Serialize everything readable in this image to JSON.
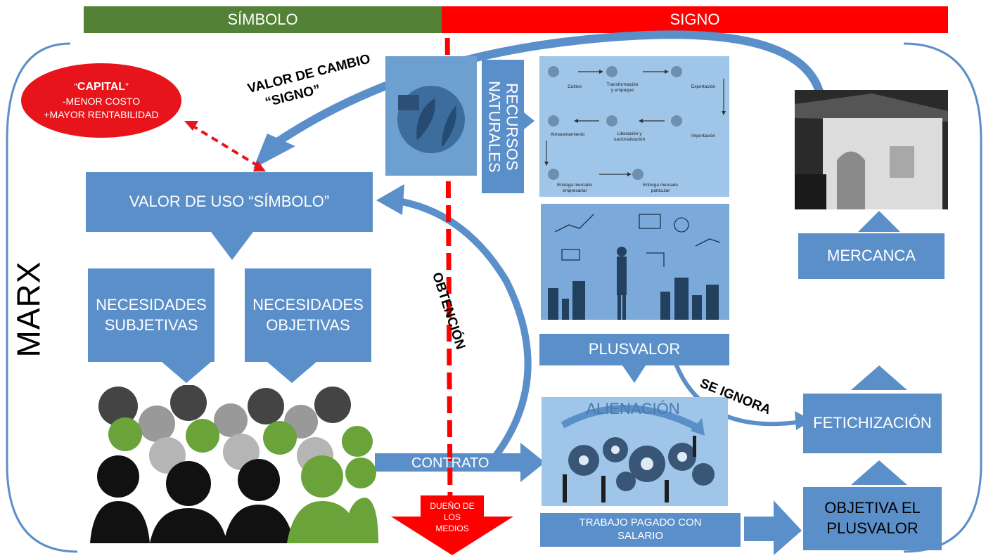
{
  "header": {
    "left": "SÍMBOLO",
    "right": "SIGNO"
  },
  "capital": {
    "title": "CAPITAL",
    "line1": "-MENOR COSTO",
    "line2": "+MAYOR RENTABILIDAD"
  },
  "valor_cambio": {
    "line1": "VALOR DE CAMBIO",
    "line2": "“SIGNO”"
  },
  "valor_uso": "VALOR DE USO “SÍMBOLO”",
  "marx": "MARX",
  "nec_subjetivas": {
    "line1": "NECESIDADES",
    "line2": "SUBJETIVAS"
  },
  "nec_objetivas": {
    "line1": "NECESIDADES",
    "line2": "OBJETIVAS"
  },
  "obtencion": "OBTENCIÓN",
  "contrato": "CONTRATO",
  "dueno": {
    "line1": "DUEÑO DE",
    "line2": "LOS",
    "line3": "MEDIOS"
  },
  "recursos": {
    "line1": "RECURSOS",
    "line2": "NATURALES"
  },
  "process": {
    "s1": "Cultivo",
    "s2a": "Transformación",
    "s2b": "y empaque",
    "s3": "Exportación",
    "s4": "Importación",
    "s5a": "Liberación y",
    "s5b": "nacionalización",
    "s6": "Almacenamiento",
    "s7a": "Entrega mercado",
    "s7b": "empresarial",
    "s8a": "Entrega mercado",
    "s8b": "particular"
  },
  "plusvalor": "PLUSVALOR",
  "alienacion": "ALIENACIÓN",
  "se_ignora": "SE IGNORA",
  "fetichizacion": "FETICHIZACIÓN",
  "mercanca": "MERCANCA",
  "objetiva": {
    "line1": "OBJETIVA EL",
    "line2": "PLUSVALOR"
  },
  "trabajo": {
    "line1": "TRABAJO PAGADO CON",
    "line2": "SALARIO"
  },
  "colors": {
    "box": "#5b8fc9",
    "simbolo": "#538135",
    "signo": "#ff0000",
    "capital": "#e8141b"
  }
}
